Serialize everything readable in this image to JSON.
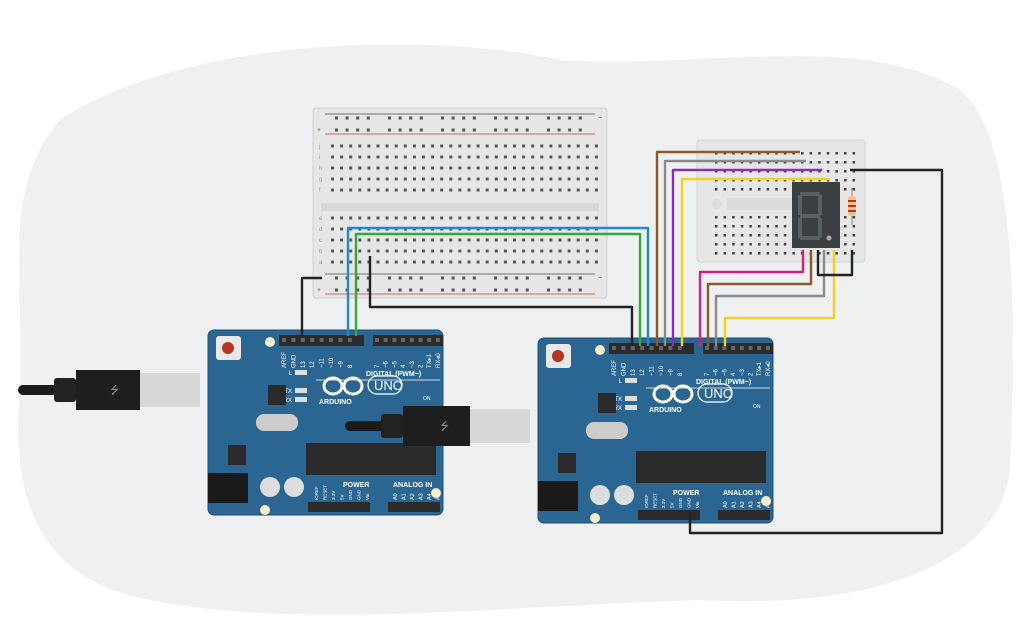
{
  "canvas": {
    "background": "#eef0f2"
  },
  "colors": {
    "board": "#2b6592",
    "board_edge": "#1f4f75",
    "breadboard": "#e6e6e6",
    "wire_blue": "#1e8ad6",
    "wire_green": "#35a83b",
    "wire_black": "#222222",
    "wire_brown": "#8b5a2b",
    "wire_gray": "#8a8a8a",
    "wire_purple": "#8a2fb0",
    "wire_yellow": "#f2d21b",
    "wire_magenta": "#d4207f"
  },
  "arduino": {
    "brand": "ARDUINO",
    "model": "UNO",
    "digital_label": "DIGITAL (PWM~)",
    "power_label": "POWER",
    "analog_label": "ANALOG IN",
    "digital_pins": [
      "AREF",
      "GND",
      "13",
      "12",
      "~11",
      "~10",
      "~9",
      "8",
      "7",
      "~6",
      "~5",
      "4",
      "~3",
      "2",
      "TX▸1",
      "RX◂0"
    ],
    "power_pins": [
      "IOREF",
      "RESET",
      "3.3V",
      "5V",
      "GND",
      "GND",
      "Vin"
    ],
    "analog_pins": [
      "A0",
      "A1",
      "A2",
      "A3",
      "A4",
      "A5"
    ],
    "leds": [
      "L",
      "TX",
      "RX"
    ],
    "on_label": "ON"
  },
  "breadboard": {
    "rows_top": [
      "j",
      "i",
      "h",
      "g",
      "f"
    ],
    "rows_bottom": [
      "e",
      "d",
      "c",
      "b",
      "a"
    ],
    "plus": "+",
    "minus": "−"
  }
}
